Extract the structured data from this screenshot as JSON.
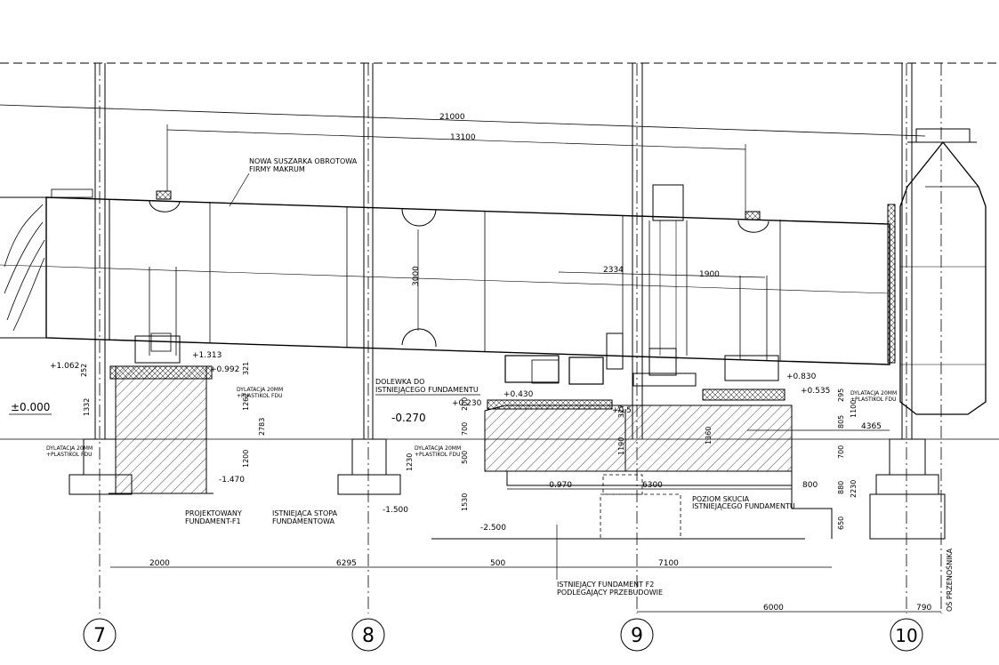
{
  "dims": {
    "d21000": "21000",
    "d13100": "13100",
    "d2334": "2334",
    "d1900": "1900",
    "d3000": "3000",
    "d2000": "2000",
    "d6295": "6295",
    "d500b": "500",
    "d7100": "7100",
    "d6000": "6000",
    "d790": "790",
    "d6300": "6300",
    "d800": "800",
    "d4365": "4365",
    "d252": "252",
    "d1332": "1332",
    "d321": "321",
    "d1262": "1262",
    "d2783": "2783",
    "d1200": "1200",
    "d1230": "1230",
    "d1530": "1530",
    "d700a": "700",
    "d500a": "500",
    "d200": "200",
    "d1190": "1190",
    "d1360": "1360",
    "d327": "327",
    "d295": "295",
    "d1100": "1100",
    "d805": "805",
    "d700b": "700",
    "d880": "880",
    "d650": "650",
    "d2230": "2230"
  },
  "levels": {
    "zero": "±0.000",
    "l1062": "+1.062",
    "l1313": "+1.313",
    "l0992": "+0.992",
    "lm1470": "-1.470",
    "lm0270": "-0.270",
    "lm1500": "-1.500",
    "l0430": "+0.430",
    "l0230": "+0.230",
    "l0830": "+0.830",
    "l0535": "+0.535",
    "lm0970": "-0.970",
    "lm2500": "-2.500",
    "l05": "+0.5"
  },
  "labels": {
    "dryer_1": "NOWA SUSZARKA OBROTOWA",
    "dryer_2": "FIRMY MAKRUM",
    "dil_left_1": "DYLATACJA 20MM",
    "dil_left_2": "+PLASTIKOL FDU",
    "dil_f1_1": "DYLATACJA 20MM",
    "dil_f1_2": "+PLASTIKOL FDU",
    "dil_mid_1": "DYLATACJA 20MM",
    "dil_mid_2": "+PLASTIKOL FDU",
    "dil_right_1": "DYLATACJA 20MM",
    "dil_right_2": "+PLASTIKOL FDU",
    "dolewka_1": "DOLEWKA DO",
    "dolewka_2": "ISTNIEJĄCEGO FUNDAMENTU",
    "proj_1": "PROJEKTOWANY",
    "proj_2": "FUNDAMENT-F1",
    "stopa_1": "ISTNIEJĄCA STOPA",
    "stopa_2": "FUNDAMENTOWA",
    "skucia_1": "POZIOM SKUCIA",
    "skucia_2": "ISTNIEJĄCEGO FUNDAMENTU",
    "f2_1": "ISTNIEJĄCY FUNDAMENT F2",
    "f2_2": "PODLEGAJĄCY PRZEBUDOWIE",
    "os": "OŚ PRZENOŚNIKA"
  },
  "axes": [
    "7",
    "8",
    "9",
    "10"
  ]
}
